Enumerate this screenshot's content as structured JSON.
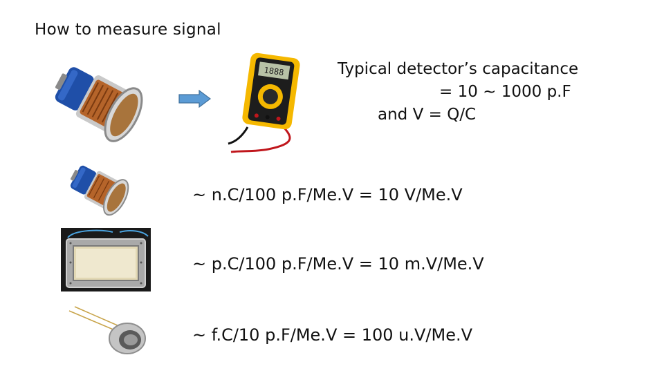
{
  "slide": {
    "title": "How to measure signal",
    "capacitance": {
      "line1": "Typical detector’s capacitance",
      "line2": "= 10 ~ 1000 p.F",
      "line3": "and V = Q/C"
    },
    "multimeter_display": "1888",
    "equations": [
      "~ n.C/100 p.F/Me.V = 10 V/Me.V",
      "~ p.C/100 p.F/Me.V = 10 m.V/Me.V",
      "~ f.C/10 p.F/Me.V = 100 u.V/Me.V"
    ]
  },
  "colors": {
    "arrow_fill": "#5b9bd5",
    "arrow_stroke": "#41719c",
    "pmt_blue": "#1f4fa8",
    "meter_yellow": "#f5b800"
  },
  "icons": {
    "pmt_large": "photomultiplier-tube-icon",
    "pmt_small": "photomultiplier-tube-icon",
    "arrow": "right-arrow-icon",
    "multimeter": "multimeter-icon",
    "gas_chamber": "gas-detector-chamber-icon",
    "photodiode": "photodiode-icon"
  }
}
